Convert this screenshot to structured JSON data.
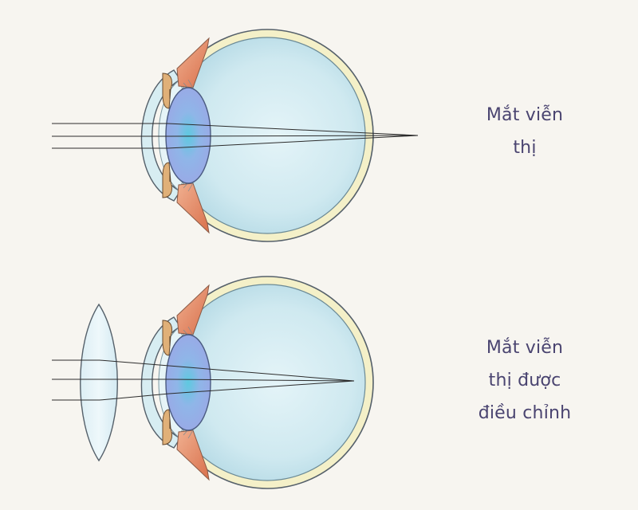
{
  "captions": {
    "hyperopia": {
      "line1": "Mắt viễn",
      "line2": "thị"
    },
    "corrected": {
      "line1": "Mắt viễn",
      "line2": "thị được",
      "line3": "điều chỉnh"
    }
  },
  "colors": {
    "background": "#f7f5f0",
    "sclera": "#f4f0c8",
    "eye_interior": "#c9e6ee",
    "lens": "#9fb8ea",
    "muscle": "#e08c6a",
    "caption_text": "#4a4470"
  }
}
